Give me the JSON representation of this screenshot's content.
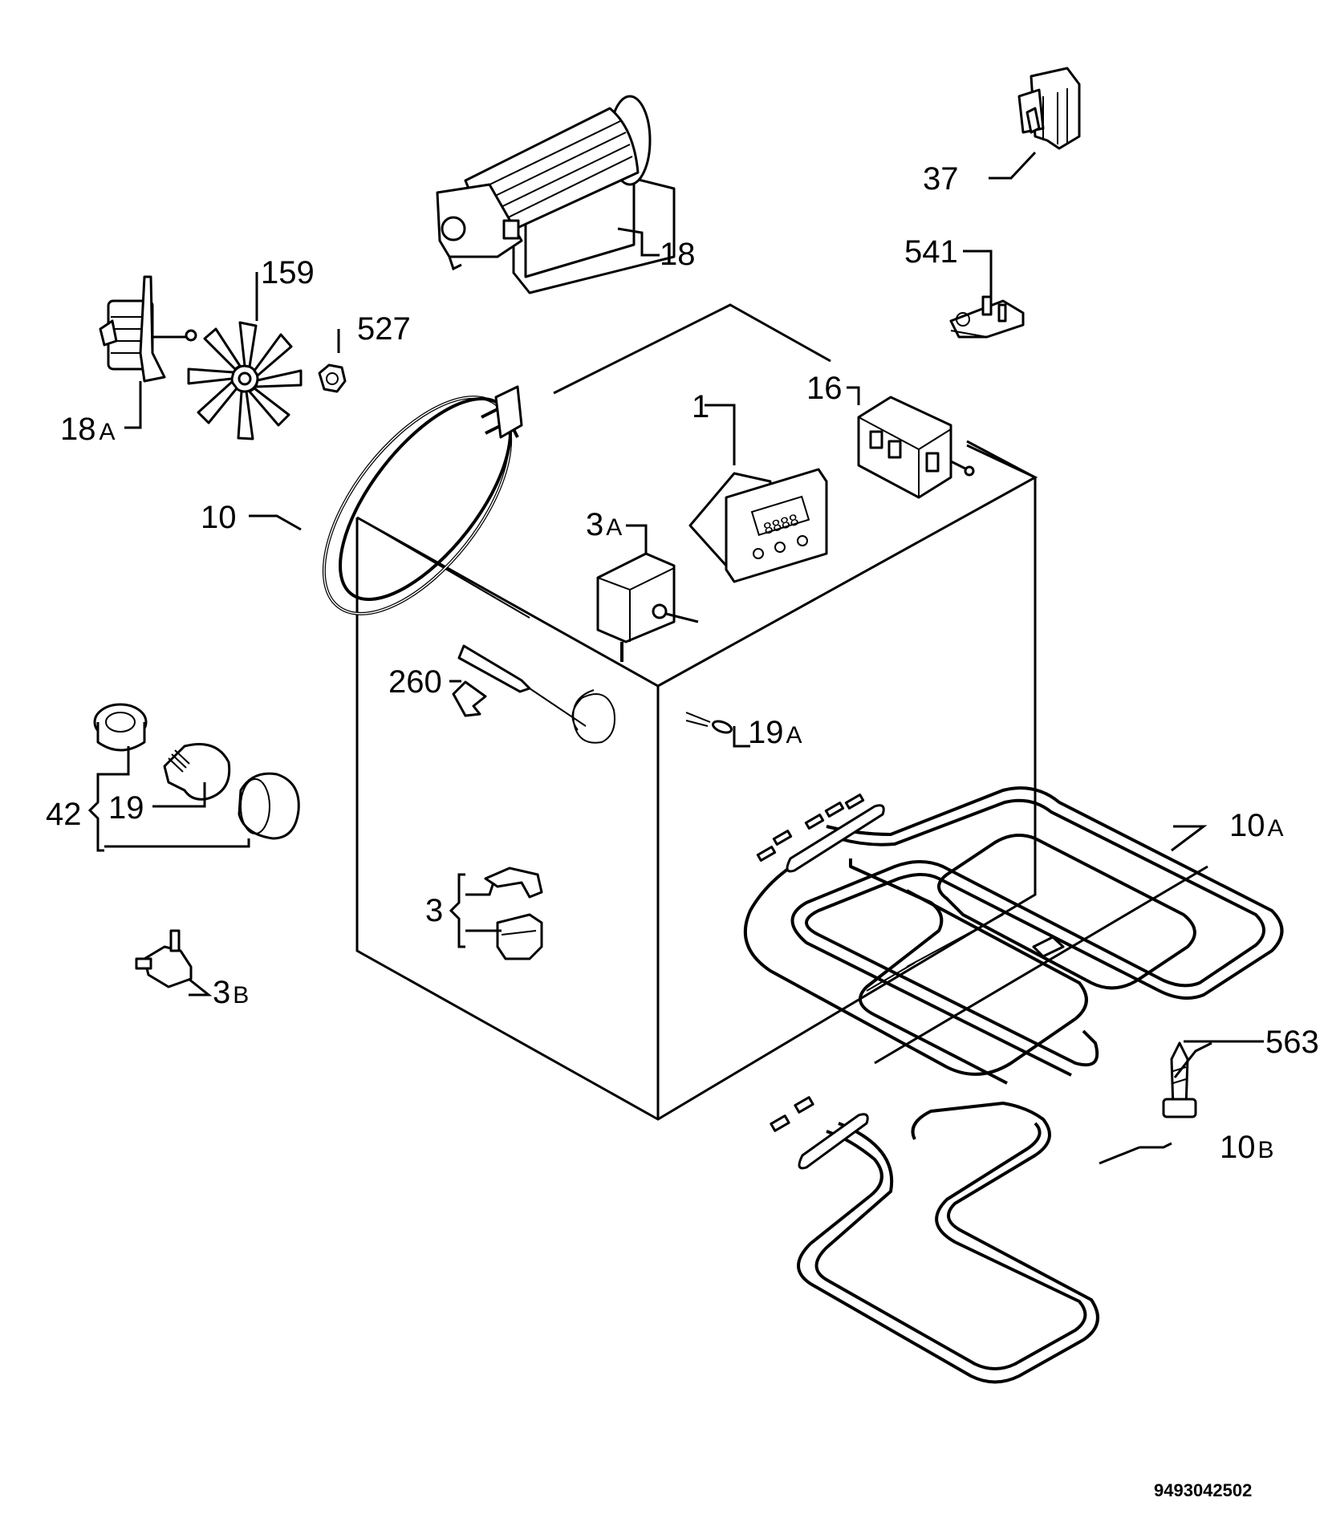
{
  "labels": {
    "p37": "37",
    "p541": "541",
    "p18": "18",
    "p159": "159",
    "p527": "527",
    "p18A": {
      "num": "18",
      "suffix": "A"
    },
    "p16": "16",
    "p1": "1",
    "p10": "10",
    "p3A": {
      "num": "3",
      "suffix": "A"
    },
    "p260": "260",
    "p19A": {
      "num": "19",
      "suffix": "A"
    },
    "p10A": {
      "num": "10",
      "suffix": "A"
    },
    "p42": "42",
    "p19": "19",
    "p3": "3",
    "p3B": {
      "num": "3",
      "suffix": "B"
    },
    "p563": "563",
    "p10B": {
      "num": "10",
      "suffix": "B"
    }
  },
  "document_number": "9493042502"
}
